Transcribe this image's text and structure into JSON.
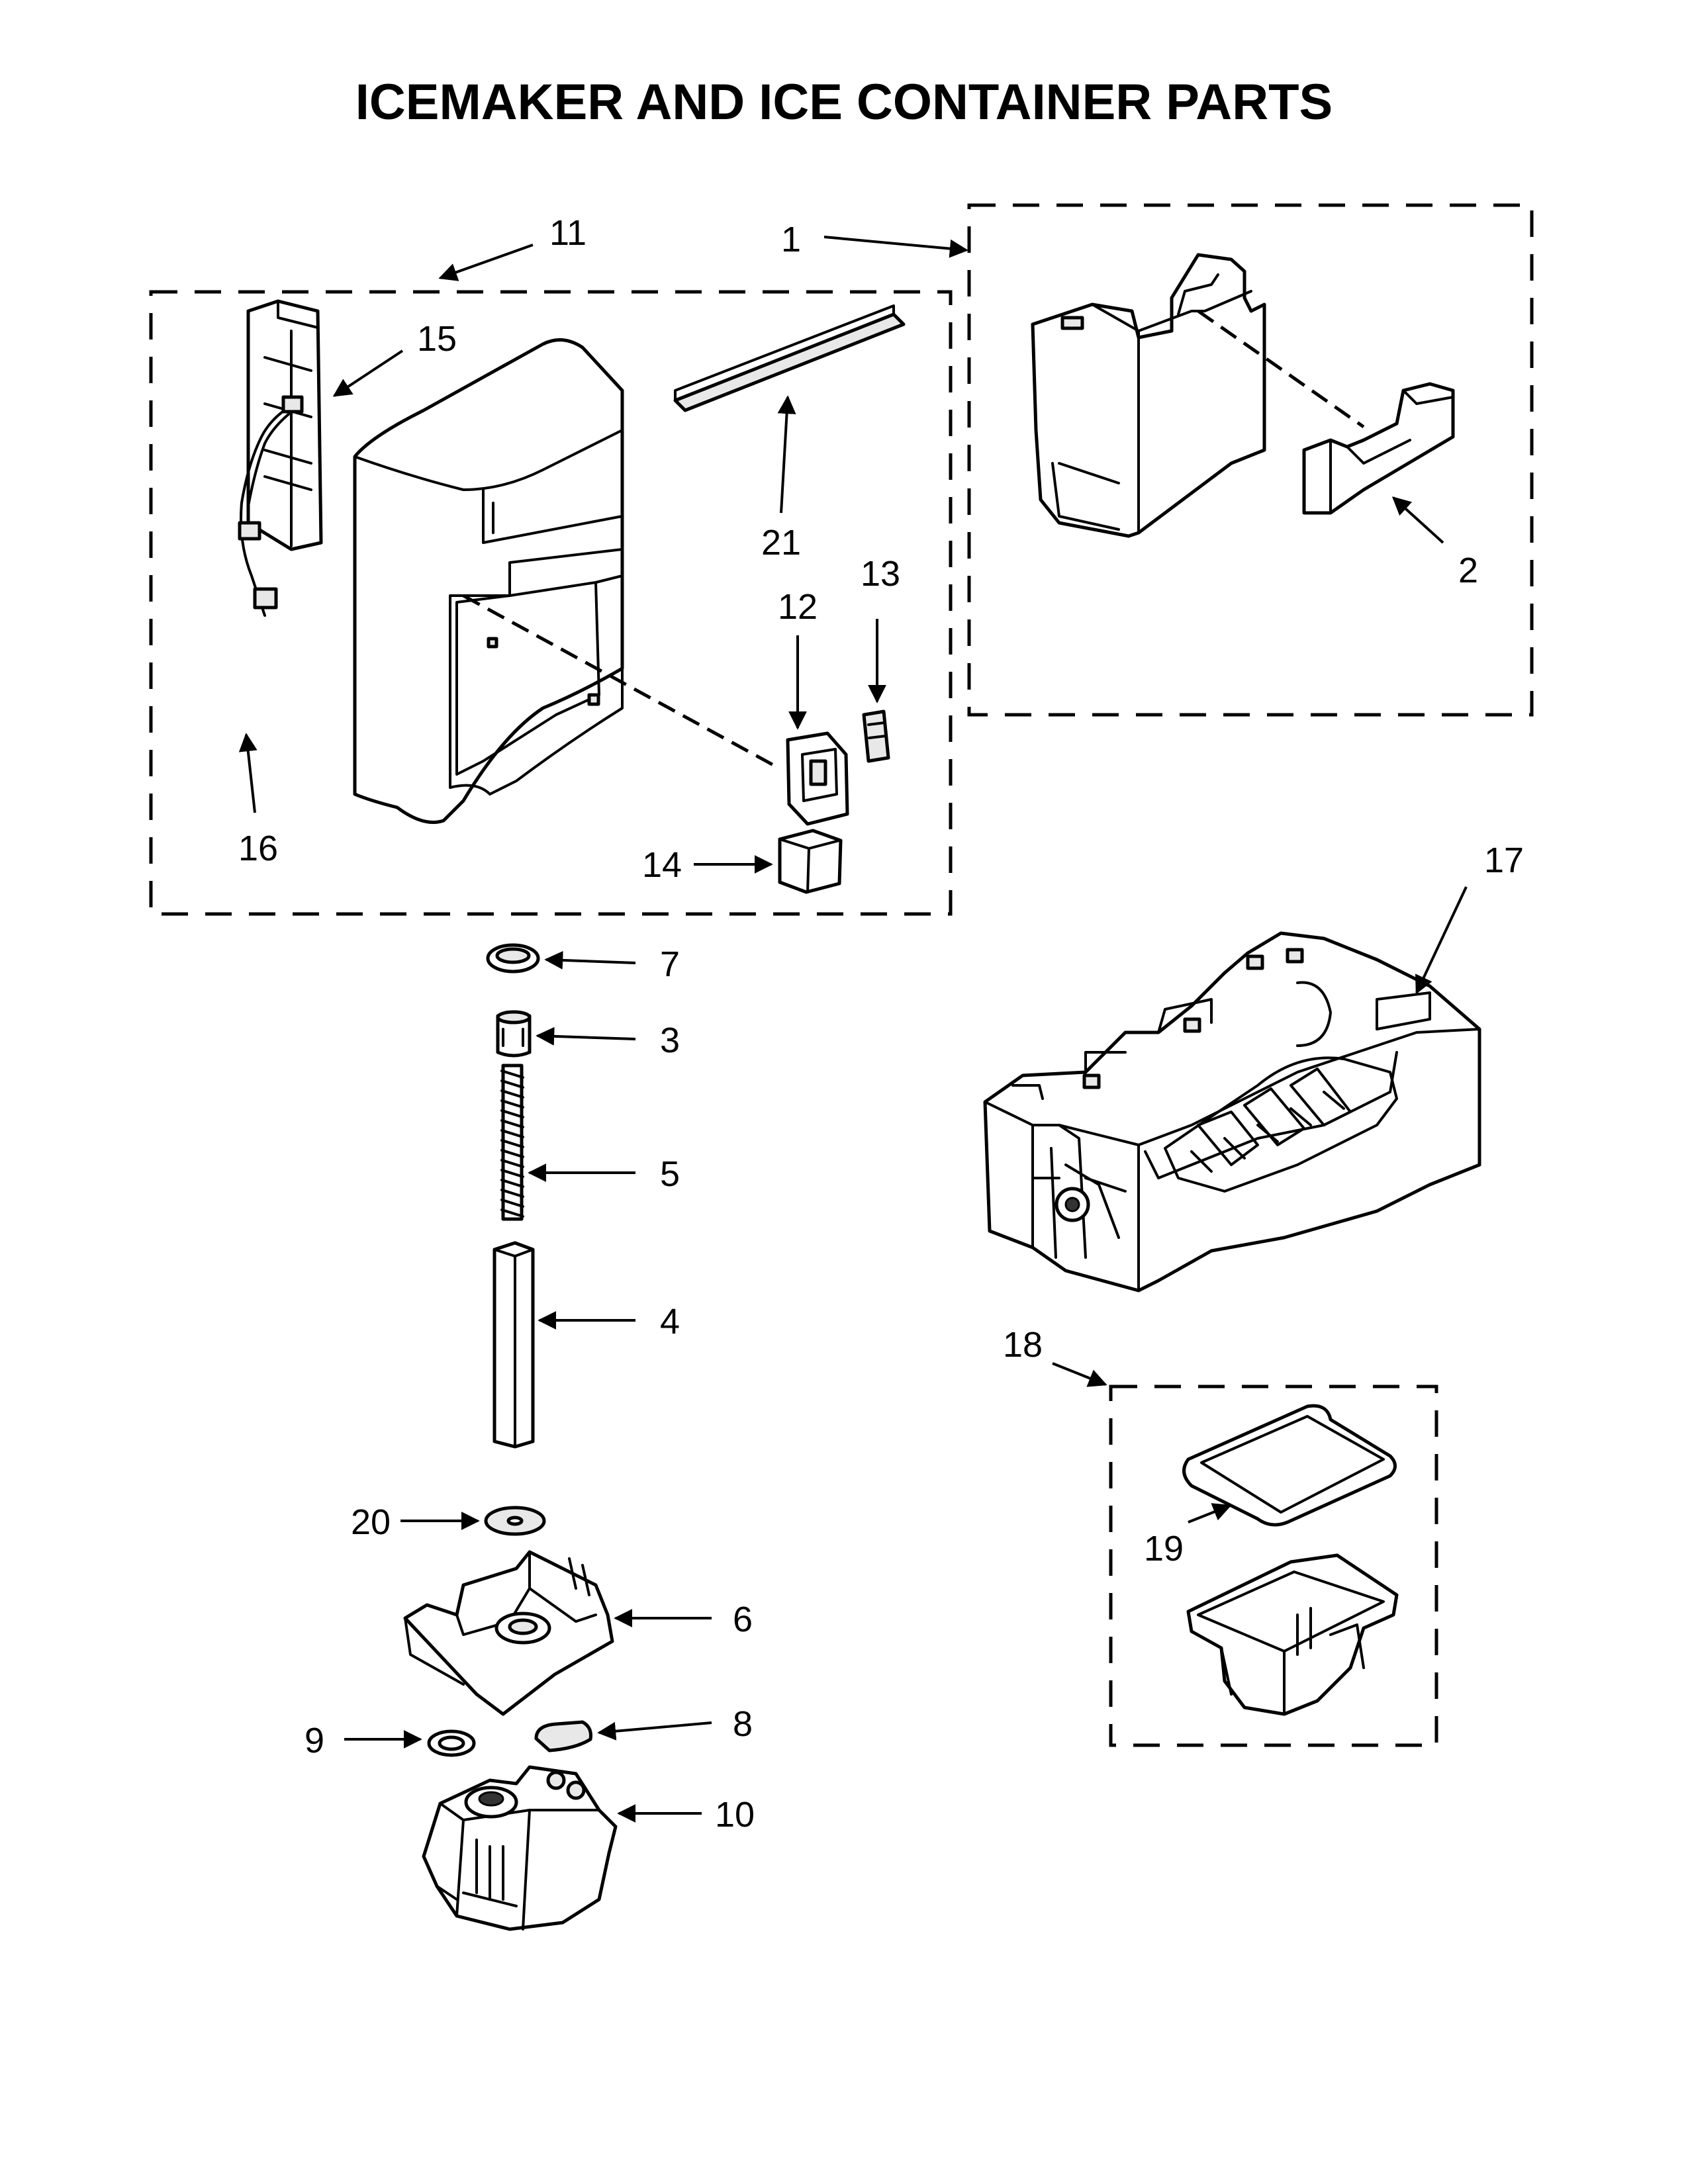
{
  "title": "ICEMAKER AND ICE CONTAINER PARTS",
  "callouts": [
    {
      "id": "c1",
      "label": "1"
    },
    {
      "id": "c2",
      "label": "2"
    },
    {
      "id": "c3",
      "label": "3"
    },
    {
      "id": "c4",
      "label": "4"
    },
    {
      "id": "c5",
      "label": "5"
    },
    {
      "id": "c6",
      "label": "6"
    },
    {
      "id": "c7",
      "label": "7"
    },
    {
      "id": "c8",
      "label": "8"
    },
    {
      "id": "c9",
      "label": "9"
    },
    {
      "id": "c10",
      "label": "10"
    },
    {
      "id": "c11",
      "label": "11"
    },
    {
      "id": "c12",
      "label": "12"
    },
    {
      "id": "c13",
      "label": "13"
    },
    {
      "id": "c14",
      "label": "14"
    },
    {
      "id": "c15",
      "label": "15"
    },
    {
      "id": "c16",
      "label": "16"
    },
    {
      "id": "c17",
      "label": "17"
    },
    {
      "id": "c18",
      "label": "18"
    },
    {
      "id": "c19",
      "label": "19"
    },
    {
      "id": "c20",
      "label": "20"
    },
    {
      "id": "c21",
      "label": "21"
    }
  ]
}
